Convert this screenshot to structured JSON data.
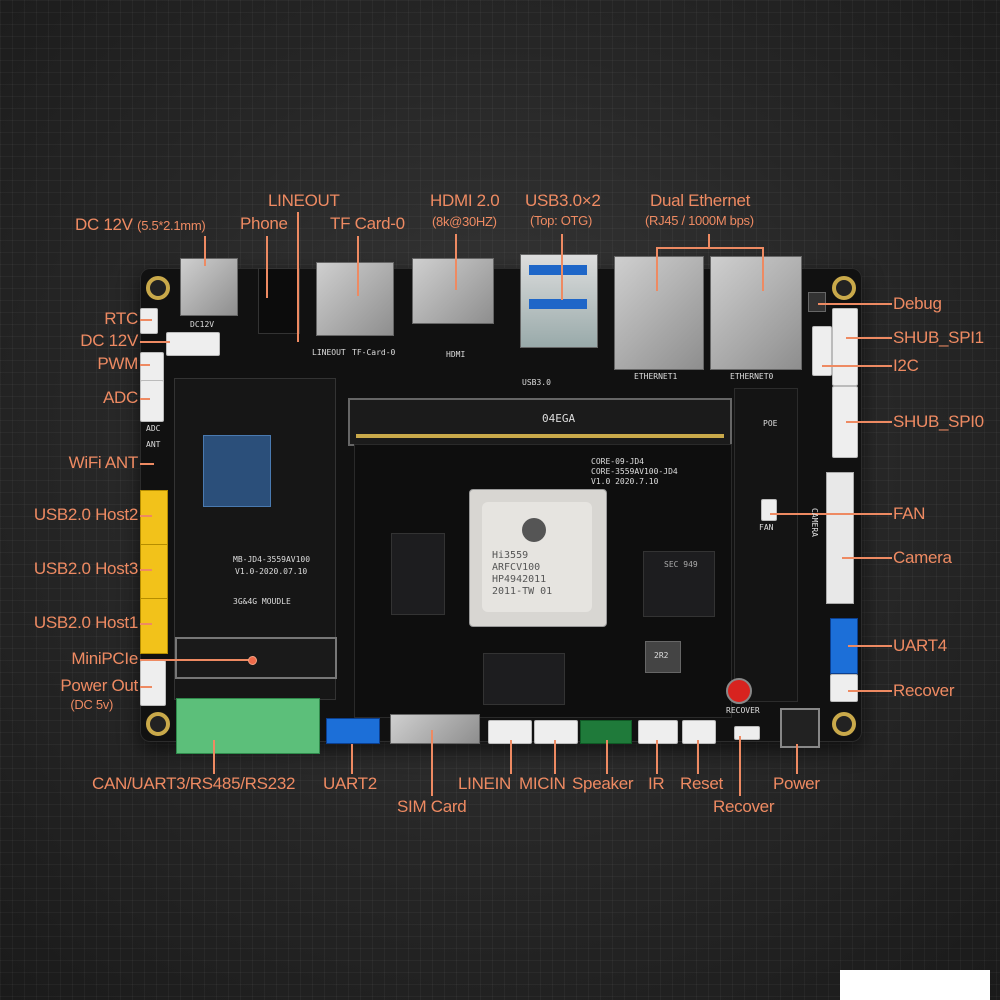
{
  "labels": {
    "top": [
      {
        "text": "DC 12V",
        "sub": "(5.5*2.1mm)"
      },
      {
        "text": "Phone"
      },
      {
        "text": "LINEOUT"
      },
      {
        "text": "TF Card-0"
      },
      {
        "text": "HDMI 2.0",
        "sub": "(8k@30HZ)"
      },
      {
        "text": "USB3.0×2",
        "sub": "(Top: OTG)"
      },
      {
        "text": "Dual Ethernet",
        "sub": "(RJ45 / 1000M bps)"
      }
    ],
    "left": [
      "RTC",
      "DC 12V",
      "PWM",
      "ADC",
      "WiFi ANT",
      "USB2.0 Host2",
      "USB2.0 Host3",
      "USB2.0 Host1",
      "MiniPCIe",
      "Power Out"
    ],
    "left_sub": "(DC 5v)",
    "right": [
      "Debug",
      "SHUB_SPI1",
      "I2C",
      "SHUB_SPI0",
      "FAN",
      "Camera",
      "UART4",
      "Recover"
    ],
    "bottom": [
      "CAN/UART3/RS485/RS232",
      "UART2",
      "SIM Card",
      "LINEIN",
      "MICIN",
      "Speaker",
      "IR",
      "Reset",
      "Recover",
      "Power"
    ]
  },
  "board": {
    "soc": [
      "Hi3559",
      "ARFCV100",
      "HP4942011",
      "2011-TW   01"
    ],
    "core_silk": [
      "CORE-09-JD4",
      "CORE-3559AV100-JD4",
      "V1.0 2020.7.10"
    ],
    "mb_silk": [
      "MB-JD4-3559AV100",
      "V1.0-2020.07.10",
      "3G&4G MOUDLE"
    ],
    "slot_label": "04EGA",
    "ram_label": "SEC 949",
    "inductor_label": "2R2",
    "silk": {
      "dc": "DC12V",
      "lineout": "LINEOUT",
      "tf": "TF-Card-0",
      "hdmi": "HDMI",
      "usb": "USB3.0",
      "eth1": "ETHERNET1",
      "eth0": "ETHERNET0",
      "poe": "POE",
      "fan": "FAN",
      "camera": "CAMERA",
      "recover": "RECOVER",
      "adc": "ADC",
      "ant": "ANT"
    }
  },
  "colors": {
    "label": "#ee8a62",
    "board": "#111111",
    "background": "#262626"
  }
}
